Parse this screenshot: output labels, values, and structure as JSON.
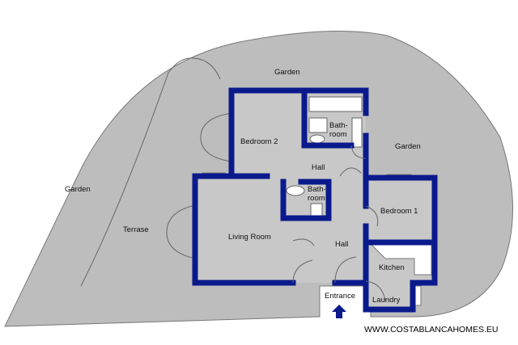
{
  "labels": {
    "garden_top": "Garden",
    "garden_left": "Garden",
    "garden_right": "Garden",
    "terrace": "Terrase",
    "bedroom2": "Bedroom 2",
    "bathroom1_line1": "Bath-",
    "bathroom1_line2": "room",
    "hall_upper": "Hall",
    "bathroom2_line1": "Bath-",
    "bathroom2_line2": "room",
    "bedroom1": "Bedroom 1",
    "living_room": "Living Room",
    "hall_lower": "Hall",
    "kitchen": "Kitchen",
    "entrance": "Entrance",
    "laundry": "Laundry"
  },
  "website": "WWW.COSTABLANCAHOMES.EU",
  "colors": {
    "garden": "#bdbdbd",
    "interior": "#c8c8c8",
    "wall": "#0a1a8c",
    "arrow": "#0a1a8c"
  },
  "icons": [
    "entrance-arrow-icon"
  ]
}
